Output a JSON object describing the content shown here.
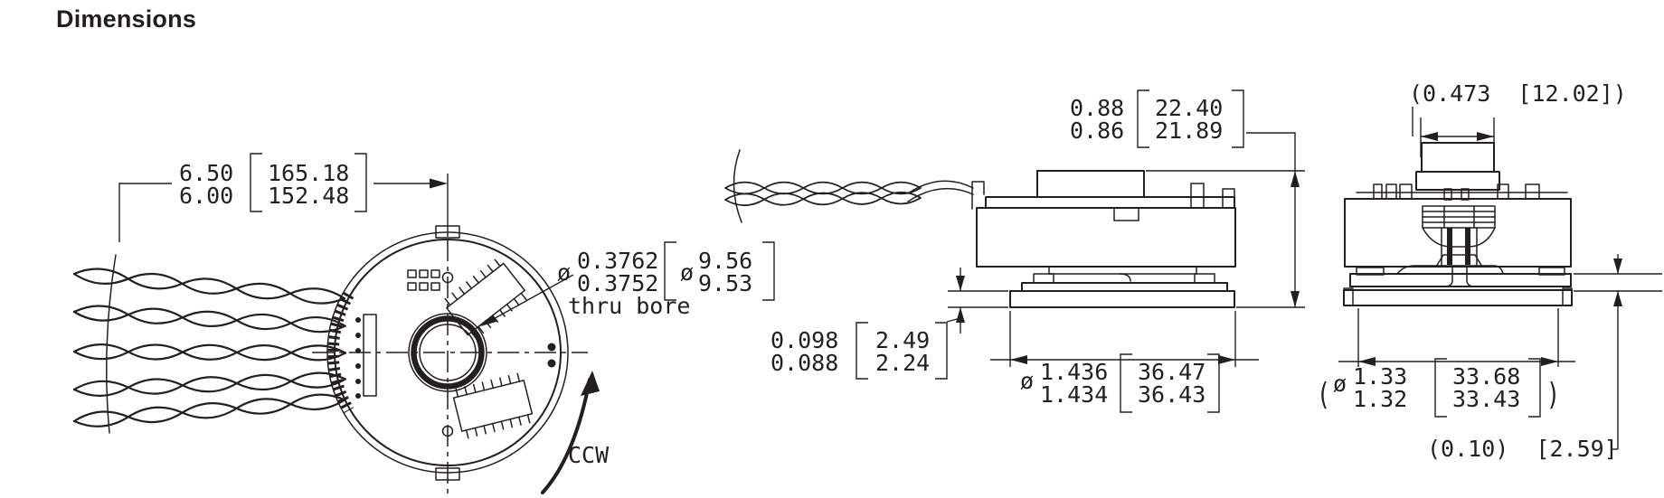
{
  "title": "Dimensions",
  "colors": {
    "ink": "#231f20",
    "background": "#ffffff"
  },
  "drawing": {
    "front_view": {
      "rotation_label": "CCW",
      "bore_note": "thru bore",
      "dims": {
        "cable_length": {
          "inch_max": "6.50",
          "inch_min": "6.00",
          "mm_max": "165.18",
          "mm_min": "152.48"
        },
        "bore_diameter": {
          "symbol": "ø",
          "inch_max": "0.3762",
          "inch_min": "0.3752",
          "mm_symbol": "ø",
          "mm_max": "9.56",
          "mm_min": "9.53"
        }
      }
    },
    "side_view": {
      "dims": {
        "height": {
          "inch_max": "0.88",
          "inch_min": "0.86",
          "mm_max": "22.40",
          "mm_min": "21.89"
        },
        "base_thickness": {
          "inch_max": "0.098",
          "inch_min": "0.088",
          "mm_max": "2.49",
          "mm_min": "2.24"
        },
        "base_diameter": {
          "symbol": "ø",
          "inch_max": "1.436",
          "inch_min": "1.434",
          "mm_max": "36.47",
          "mm_min": "36.43"
        }
      }
    },
    "end_view": {
      "dims": {
        "connector_width": {
          "text": "(0.473  [12.02])"
        },
        "cover_diameter": {
          "open": "(",
          "symbol": "ø",
          "inch_max": "1.33",
          "inch_min": "1.32",
          "mm_max": "33.68",
          "mm_min": "33.43",
          "close": ")"
        },
        "base_offset": {
          "text": "(0.10)  [2.59]"
        }
      }
    }
  }
}
